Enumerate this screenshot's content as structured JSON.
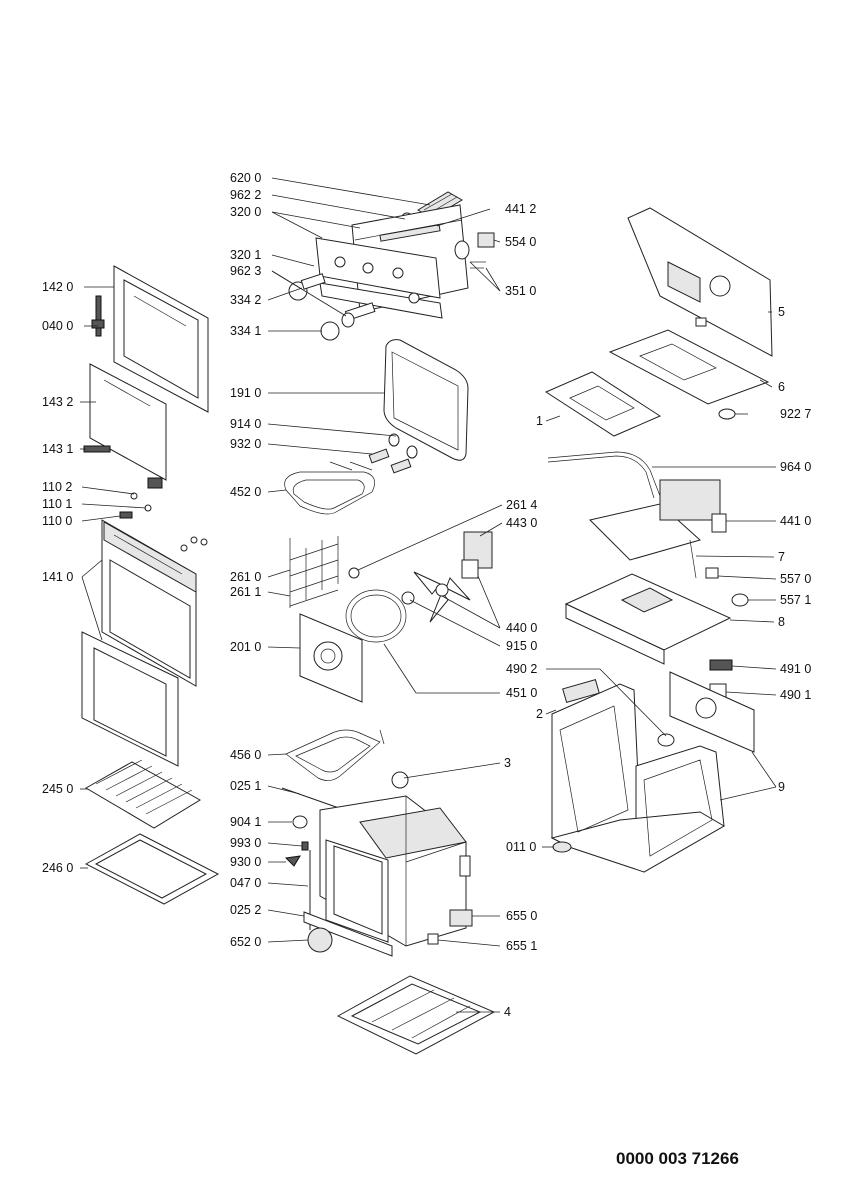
{
  "document_number": "0000 003 71266",
  "labels": {
    "l6200": "620 0",
    "l9622": "962 2",
    "l3200": "320 0",
    "l4412": "441 2",
    "l5540": "554 0",
    "l3201": "320 1",
    "l9623": "962 3",
    "l3510": "351 0",
    "l3342": "334 2",
    "l3341": "334 1",
    "l1420": "142 0",
    "l0400": "040 0",
    "l1910": "191 0",
    "l1432": "143 2",
    "l9140": "914 0",
    "l9320": "932 0",
    "l1431": "143 1",
    "l4520": "452 0",
    "l1102": "110 2",
    "l1101": "110 1",
    "l1100": "110 0",
    "l2614": "261 4",
    "l4430": "443 0",
    "l1410": "141 0",
    "l2610": "261 0",
    "l2611": "261 1",
    "l4400": "440 0",
    "l9150": "915 0",
    "l2010": "201 0",
    "l4510": "451 0",
    "l4560": "456 0",
    "l0251": "025 1",
    "l2450": "245 0",
    "l9041": "904 1",
    "l9930": "993 0",
    "l9300": "930 0",
    "l0470": "047 0",
    "l2460": "246 0",
    "l0252": "025 2",
    "l6520": "652 0",
    "l6550": "655 0",
    "l6551": "655 1",
    "l5": "5",
    "l6": "6",
    "l9227": "922 7",
    "l1": "1",
    "l9640": "964 0",
    "l4410": "441 0",
    "l7": "7",
    "l5570": "557 0",
    "l5571": "557 1",
    "l8": "8",
    "l4902": "490 2",
    "l4910": "491 0",
    "l2": "2",
    "l4901": "490 1",
    "l3": "3",
    "l9": "9",
    "l0110": "011 0",
    "l4": "4"
  }
}
